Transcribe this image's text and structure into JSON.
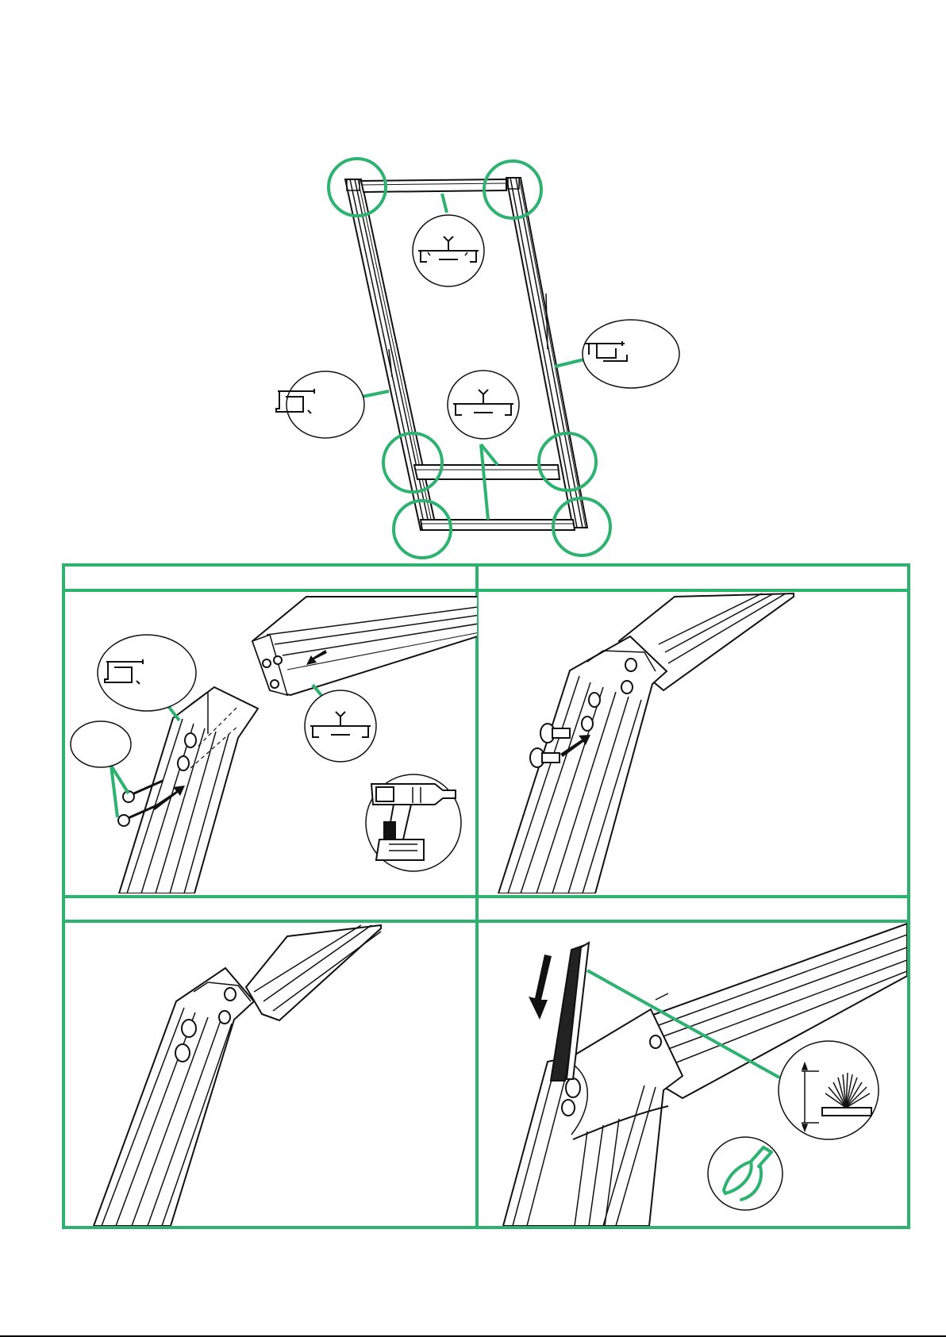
{
  "page": {
    "background": "#ffffff",
    "accent_color": "#2db36f",
    "line_color": "#111111"
  },
  "overview": {
    "icons": {
      "frame": "door-frame-overview-icon",
      "corner_markers": "corner-highlight-circle-icon",
      "profile_callouts": "profile-cross-section-icon"
    }
  },
  "steps": [
    {
      "id": "step-1",
      "header": "",
      "icons": [
        "profile-cross-section-icon",
        "screws-icon",
        "cordless-drill-icon",
        "arrow-icon"
      ]
    },
    {
      "id": "step-2",
      "header": "",
      "icons": [
        "screw-caps-icon",
        "arrow-icon"
      ]
    },
    {
      "id": "step-3",
      "header": "",
      "icons": [
        "assembled-corner-icon"
      ]
    },
    {
      "id": "step-4",
      "header": "",
      "icons": [
        "brush-seal-icon",
        "seal-height-detail-icon",
        "cutting-pliers-icon",
        "arrow-icon"
      ]
    }
  ]
}
